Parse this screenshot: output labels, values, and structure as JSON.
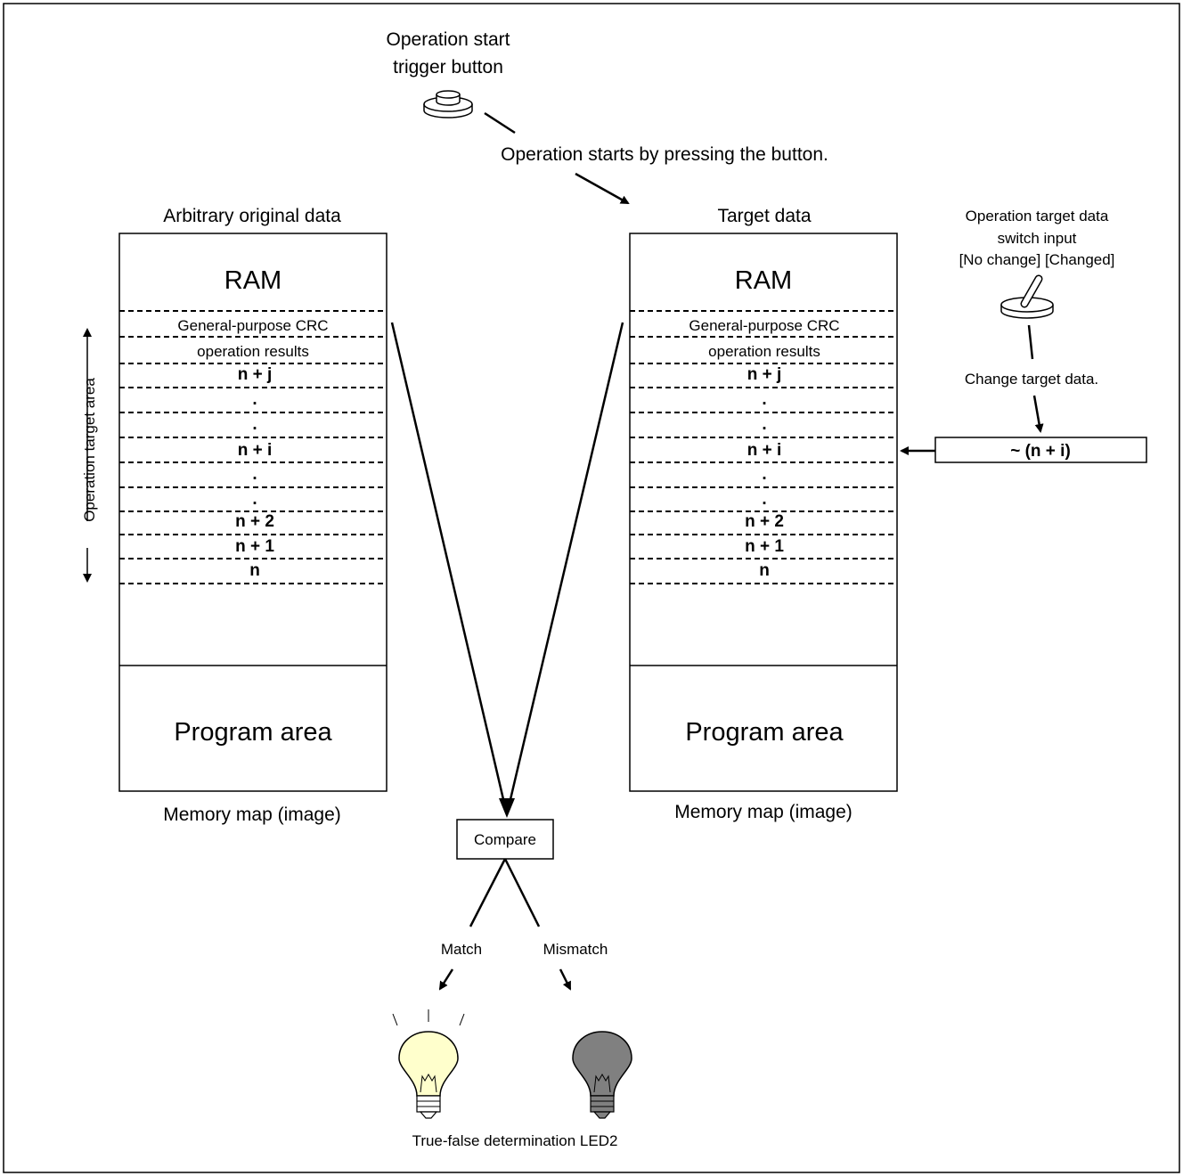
{
  "trigger": {
    "title_line1": "Operation start",
    "title_line2": "trigger button",
    "note": "Operation starts by pressing the button."
  },
  "left_map": {
    "heading": "Arbitrary original data",
    "ram_label": "RAM",
    "crc_line1": "General-purpose CRC",
    "crc_line2": "operation results",
    "rows": [
      "n + j",
      ".",
      ".",
      "n + i",
      ".",
      ".",
      "n + 2",
      "n + 1",
      "n"
    ],
    "program_label": "Program area",
    "caption": "Memory map (image)",
    "side_label": "Operation target area"
  },
  "right_map": {
    "heading": "Target data",
    "ram_label": "RAM",
    "crc_line1": "General-purpose CRC",
    "crc_line2": "operation results",
    "rows": [
      "n + j",
      ".",
      ".",
      "n + i",
      ".",
      ".",
      "n + 2",
      "n + 1",
      "n"
    ],
    "program_label": "Program area",
    "caption": "Memory map (image)"
  },
  "switch": {
    "line1": "Operation target data",
    "line2": "switch input",
    "line3": "[No change] [Changed]",
    "note": "Change target data.",
    "value_box": "~ (n + i)"
  },
  "compare": {
    "label": "Compare",
    "match": "Match",
    "mismatch": "Mismatch"
  },
  "led": {
    "caption": "True-false determination LED2",
    "lit_color": "#ffffcc",
    "off_color": "#808080"
  }
}
